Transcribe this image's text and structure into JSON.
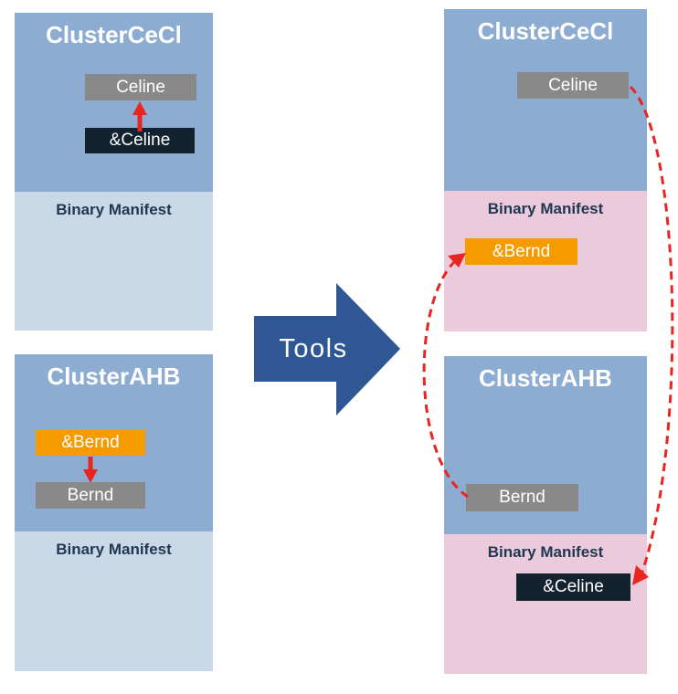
{
  "left_column": {
    "cluster_cecl": {
      "title": "ClusterCeCl",
      "celine_label": "Celine",
      "amp_celine_label": "&Celine",
      "manifest_label": "Binary Manifest"
    },
    "cluster_ahb": {
      "title": "ClusterAHB",
      "amp_bernd_label": "&Bernd",
      "bernd_label": "Bernd",
      "manifest_label": "Binary Manifest"
    }
  },
  "tools_arrow": {
    "label": "Tools"
  },
  "right_column": {
    "cluster_cecl": {
      "title": "ClusterCeCl",
      "celine_label": "Celine",
      "manifest_label": "Binary Manifest",
      "amp_bernd_label": "&Bernd"
    },
    "cluster_ahb": {
      "title": "ClusterAHB",
      "bernd_label": "Bernd",
      "manifest_label": "Binary Manifest",
      "amp_celine_label": "&Celine"
    }
  },
  "colors": {
    "cluster_header_blue": "#8CADD1",
    "manifest_light_blue": "#C9D9E8",
    "manifest_pink": "#EACADB",
    "box_gray": "#898989",
    "box_dark_navy": "#13222F",
    "box_orange": "#F59B00",
    "arrow_red": "#E8251F",
    "tools_arrow_blue": "#2E5793",
    "manifest_text_navy": "#1F3750"
  }
}
